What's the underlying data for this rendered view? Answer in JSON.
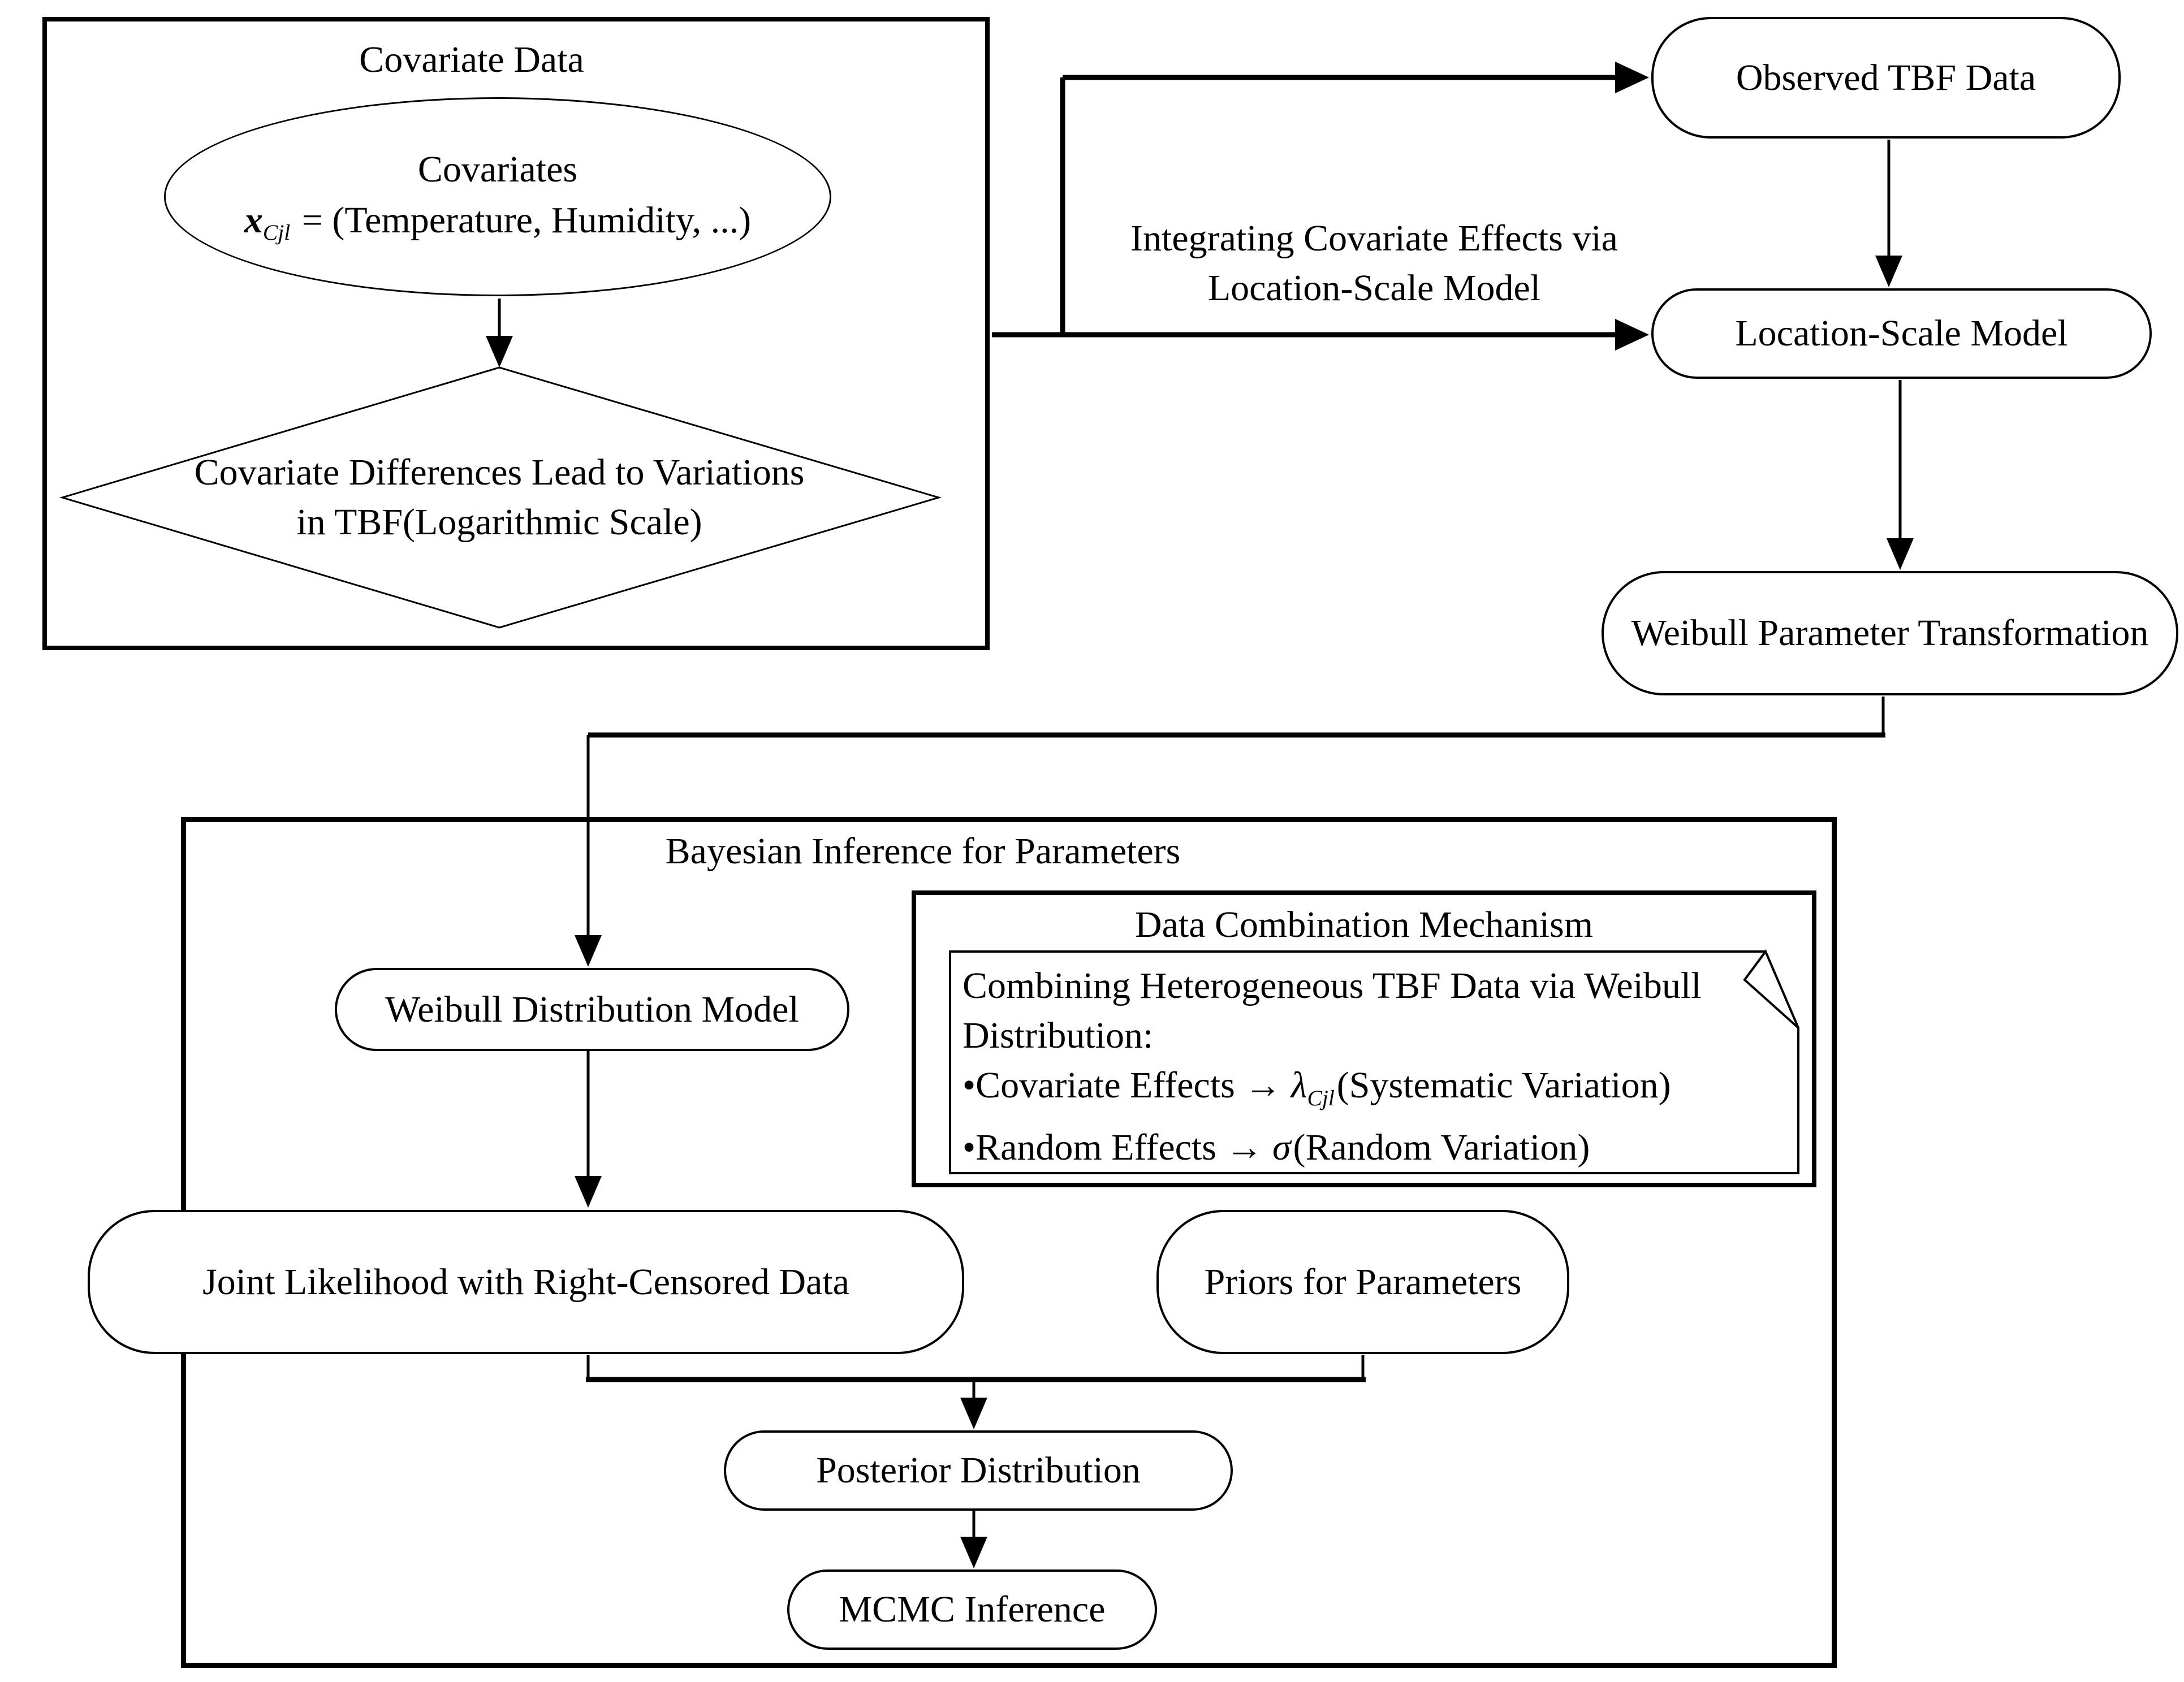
{
  "covariate": {
    "box_title": "Covariate Data",
    "ellipse_line1": "Covariates",
    "formula": {
      "symbol": "x",
      "sub": "Cjl",
      "rest": " = (Temperature, Humidity, ...)"
    },
    "diamond_line1": "Covariate Differences Lead to Variations",
    "diamond_line2": "in TBF(Logarithmic Scale)"
  },
  "edge_label": {
    "line1": "Integrating Covariate Effects via",
    "line2": "Location-Scale Model"
  },
  "nodes": {
    "observed_tbf": "Observed TBF Data",
    "location_scale": "Location-Scale Model",
    "weibull_transform": "Weibull Parameter Transformation",
    "weibull_model": "Weibull Distribution Model",
    "joint_likelihood": "Joint Likelihood with Right-Censored Data",
    "priors": "Priors for Parameters",
    "posterior": "Posterior Distribution",
    "mcmc": "MCMC Inference"
  },
  "bayesian": {
    "box_title": "Bayesian Inference for Parameters"
  },
  "data_combination": {
    "box_title": "Data Combination Mechanism",
    "note_line1": "Combining Heterogeneous TBF Data via Weibull",
    "note_line2": "Distribution:",
    "bullet1": {
      "bullet": "•",
      "text": "Covariate Effects → ",
      "symbol": "λ",
      "sub": "Cjl",
      "rest": "(Systematic Variation)"
    },
    "bullet2": {
      "bullet": "•",
      "text": "Random Effects → ",
      "symbol": "σ",
      "sub": "",
      "rest": "(Random Variation)"
    }
  },
  "colors": {
    "stroke": "#000000",
    "background": "#ffffff"
  }
}
